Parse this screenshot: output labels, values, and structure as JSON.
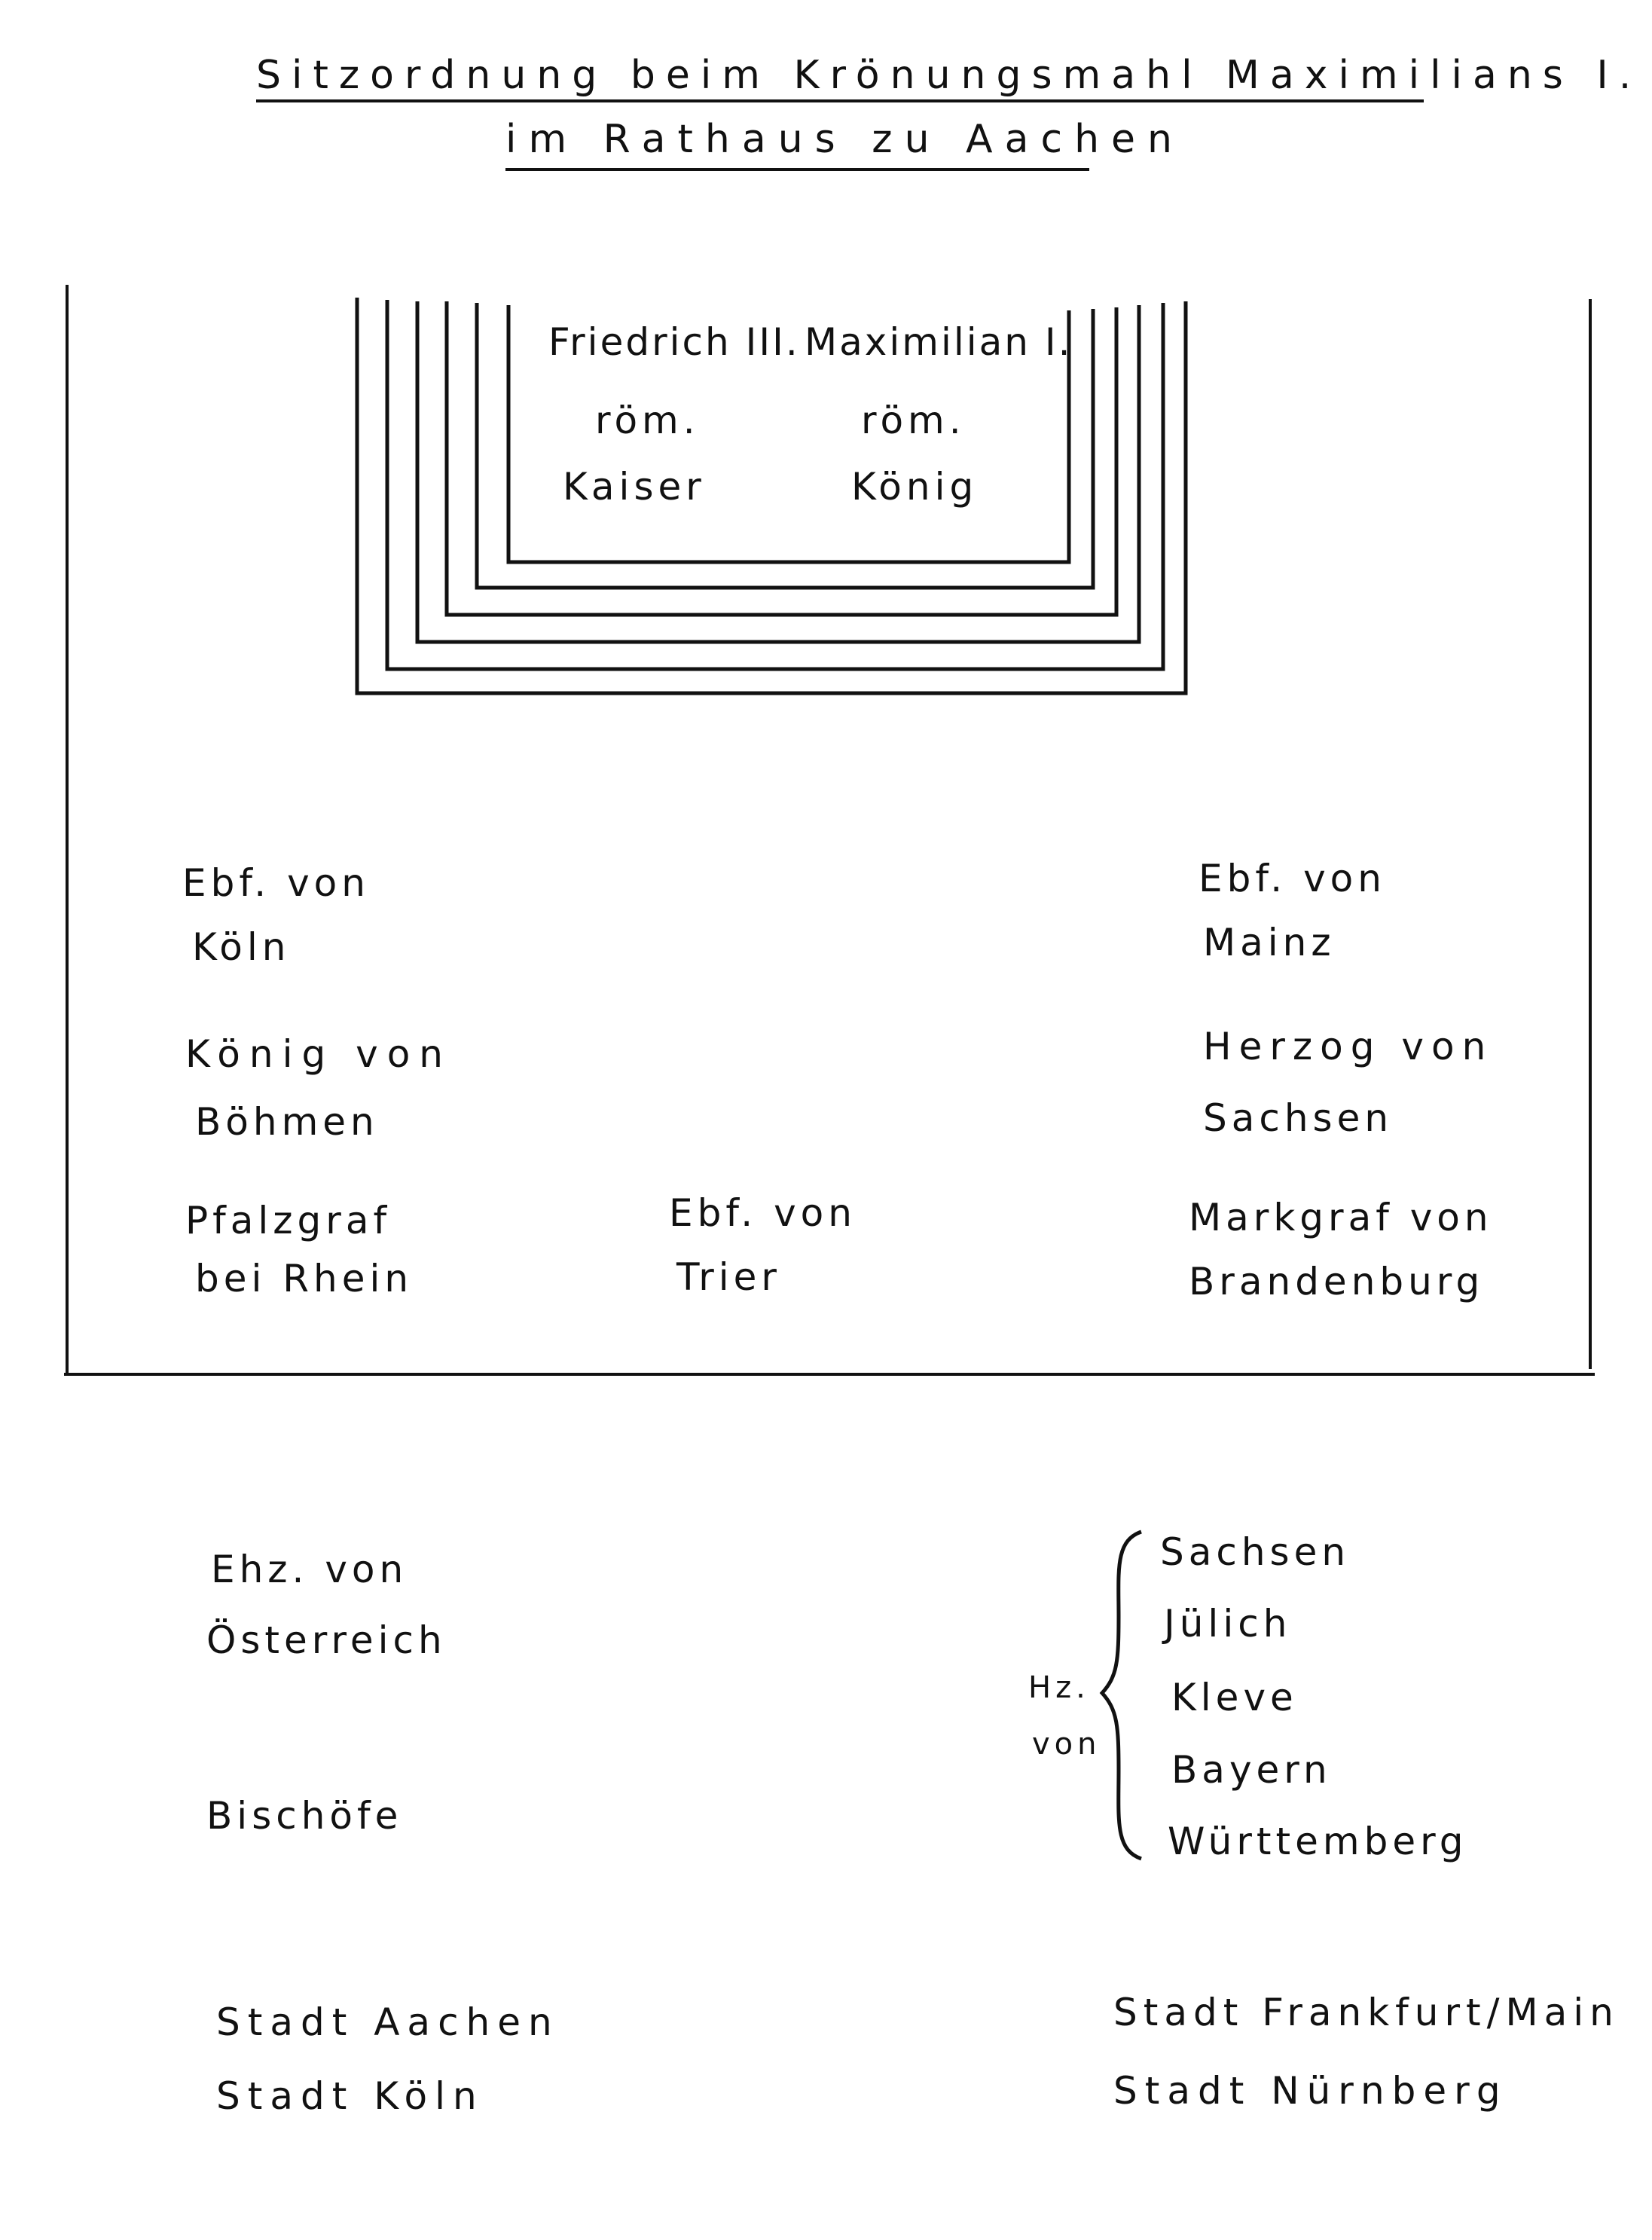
{
  "title": {
    "line1": "Sitzordnung beim Krönungsmahl Maximilians I.",
    "line2": "im Rathaus zu Aachen"
  },
  "head_table": {
    "left": {
      "name": "Friedrich III.",
      "title1": "röm.",
      "title2": "Kaiser"
    },
    "right": {
      "name": "Maximilian I.",
      "title1": "röm.",
      "title2": "König"
    }
  },
  "hall": {
    "left": [
      {
        "line1": "Ebf. von",
        "line2": "Köln"
      },
      {
        "line1": "König von",
        "line2": "Böhmen"
      },
      {
        "line1": "Pfalzgraf",
        "line2": "bei Rhein"
      }
    ],
    "center": {
      "line1": "Ebf. von",
      "line2": "Trier"
    },
    "right": [
      {
        "line1": "Ebf. von",
        "line2": "Mainz"
      },
      {
        "line1": "Herzog von",
        "line2": "Sachsen"
      },
      {
        "line1": "Markgraf von",
        "line2": "Brandenburg"
      }
    ]
  },
  "outside": {
    "austria": {
      "line1": "Ehz. von",
      "line2": "Österreich"
    },
    "bishops": "Bischöfe",
    "dukes_label": {
      "line1": "Hz.",
      "line2": "von"
    },
    "dukes": [
      "Sachsen",
      "Jülich",
      "Kleve",
      "Bayern",
      "Württemberg"
    ],
    "cities_left": [
      "Stadt Aachen",
      "Stadt Köln"
    ],
    "cities_right": [
      "Stadt Frankfurt/Main",
      "Stadt Nürnberg"
    ]
  }
}
